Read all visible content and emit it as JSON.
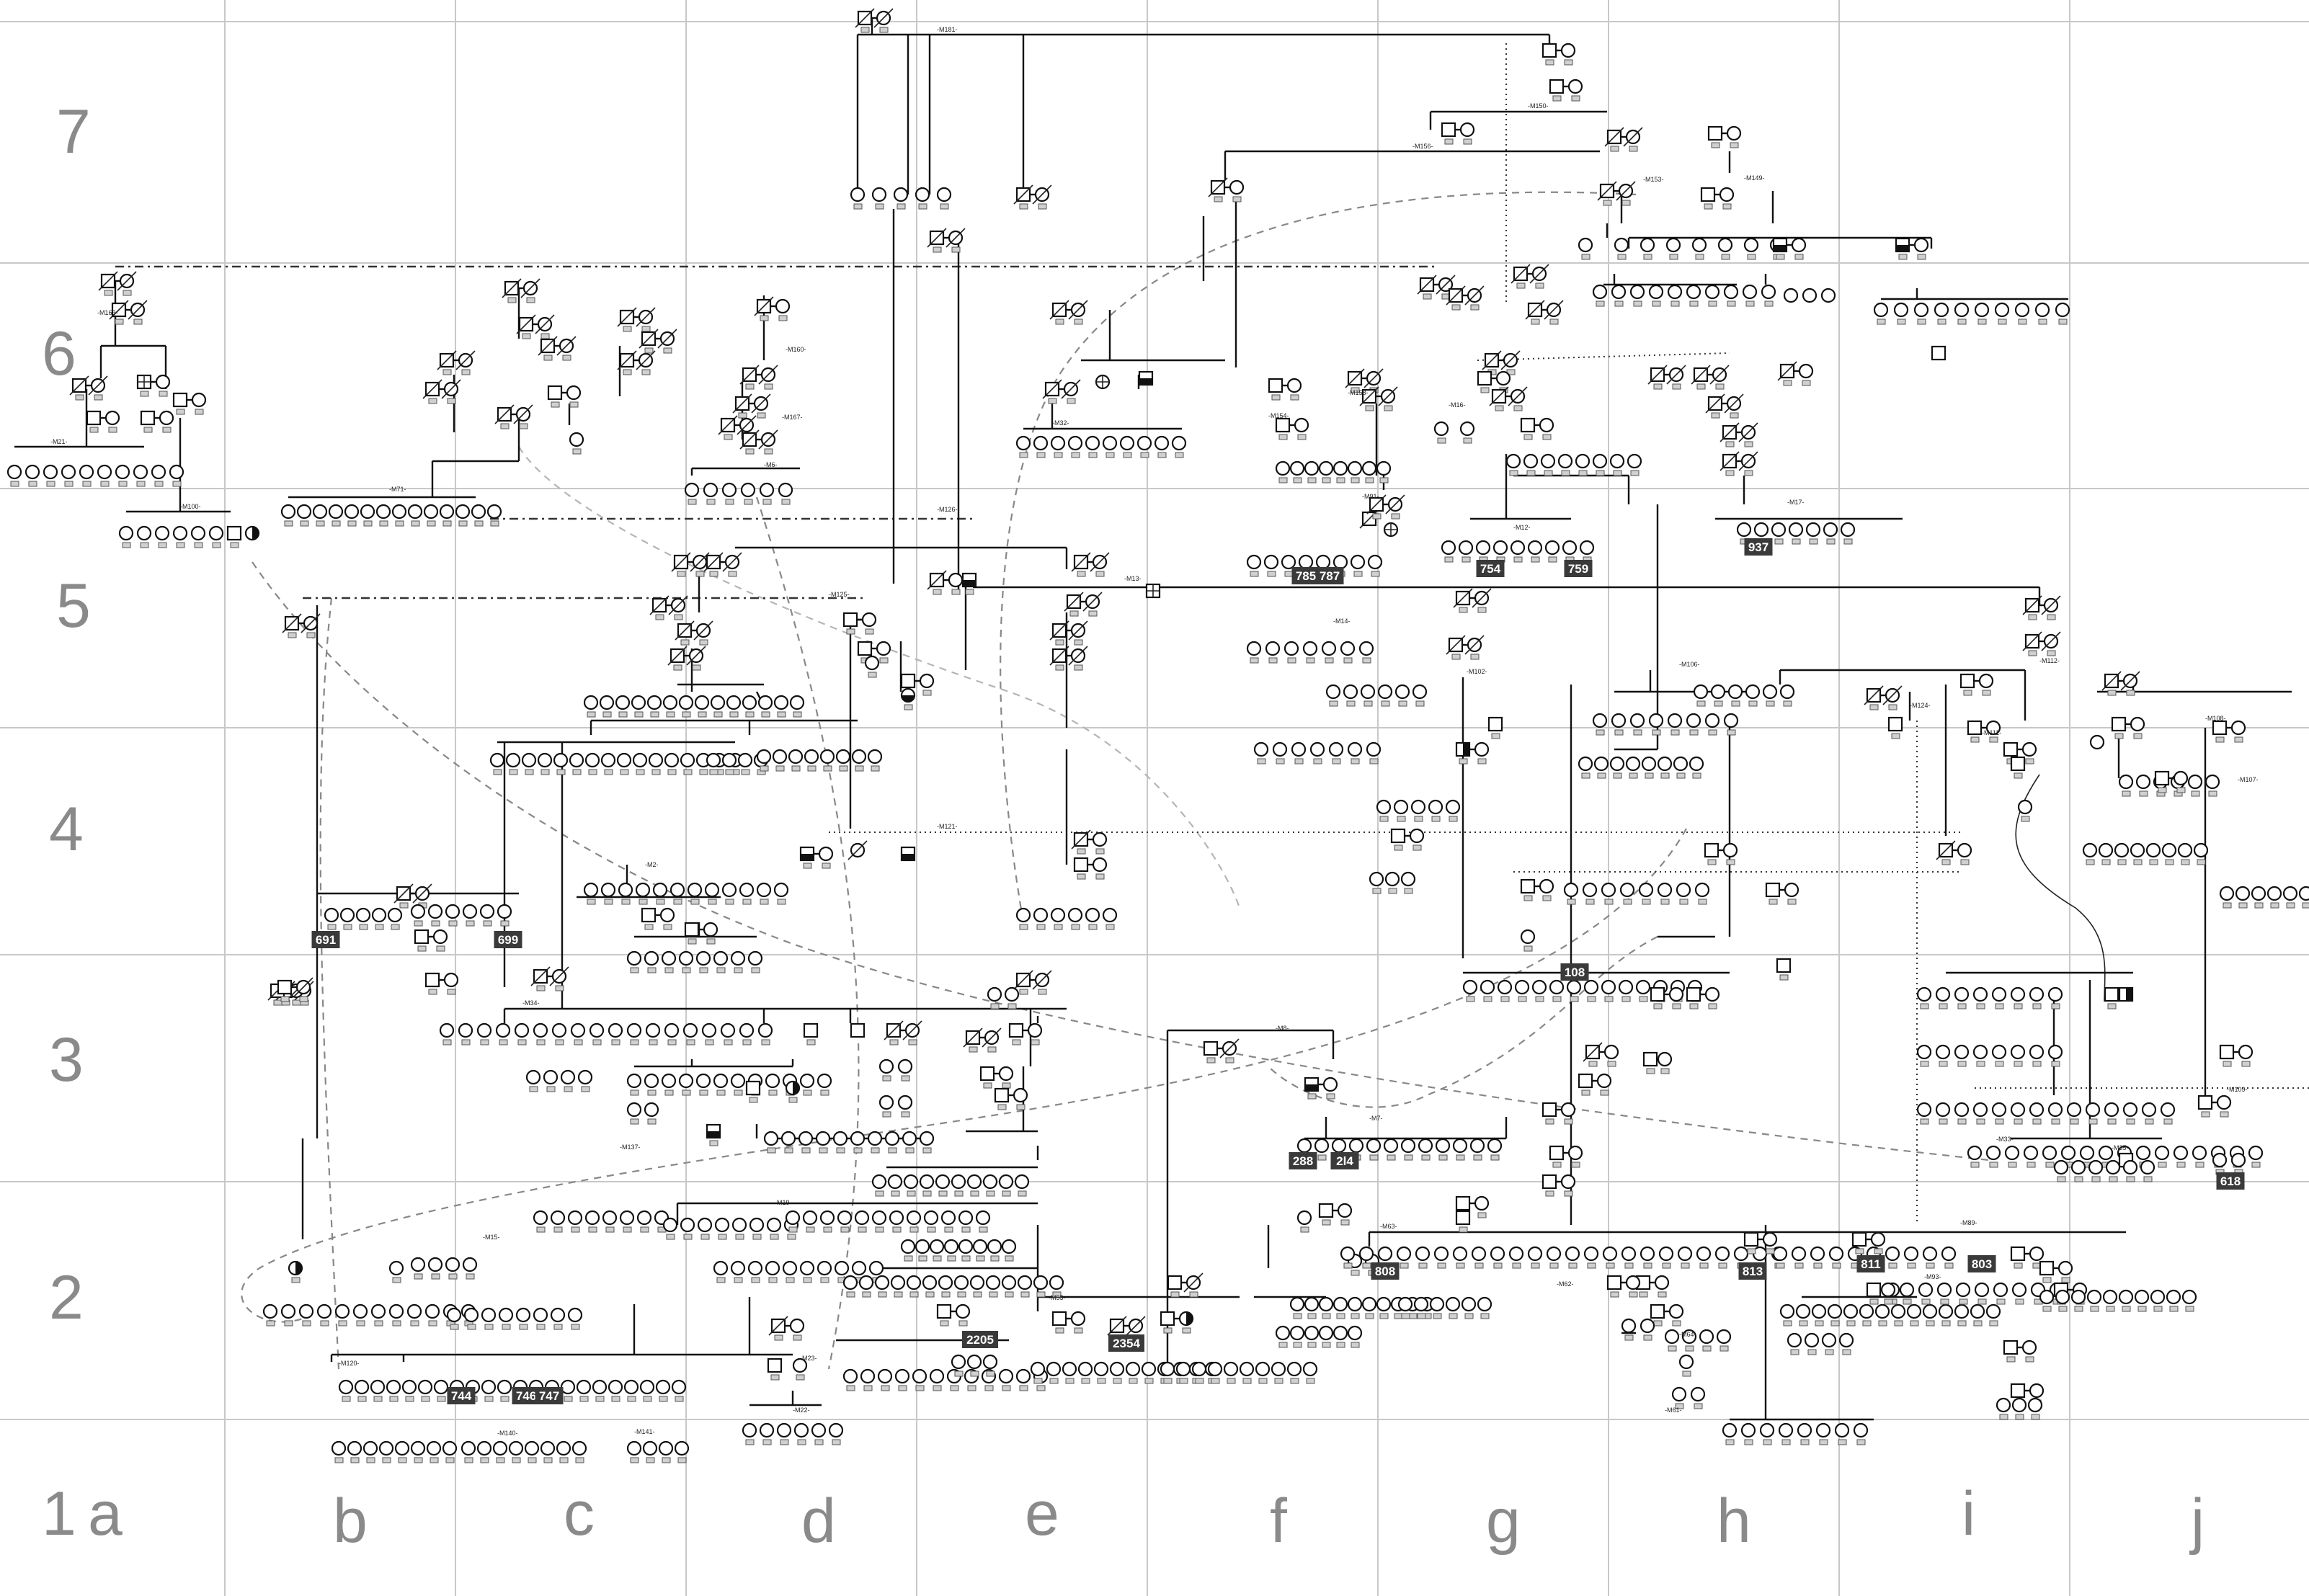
{
  "row_labels": [
    "7",
    "6",
    "5",
    "4",
    "3",
    "2",
    "1"
  ],
  "column_labels": [
    "a",
    "b",
    "c",
    "d",
    "e",
    "f",
    "g",
    "h",
    "i",
    "j"
  ],
  "sample_ids": [
    "691",
    "699",
    "744",
    "746",
    "747",
    "2205",
    "2354",
    "785",
    "787",
    "754",
    "759",
    "937",
    "108",
    "288",
    "2l4",
    "808",
    "813",
    "811",
    "803",
    "618"
  ],
  "family_labels": [
    "-M181-",
    "-M150-",
    "-M156-",
    "-M153-",
    "-M149-",
    "-M163-",
    "-M21-",
    "-M100-",
    "-M71-",
    "-M160-",
    "-M167-",
    "-M6-",
    "-M32-",
    "-M154-",
    "-M158-",
    "-M16-",
    "-M91-",
    "-M17-",
    "-M12-",
    "-M126-",
    "-M125-",
    "-M13-",
    "-M14-",
    "-M102-",
    "-M106-",
    "-M112-",
    "-M111-",
    "-M124-",
    "-M121-",
    "-M2-",
    "-M34-",
    "-M137-",
    "-M15-",
    "-M19-",
    "-M55-",
    "-M7-",
    "-M8-",
    "-M23-",
    "-M22-",
    "-M61-",
    "-M62-",
    "-M63-",
    "-M64-",
    "-M89-",
    "-M93-",
    "-M35-",
    "-M33-",
    "-M120-",
    "-M140-",
    "-M141-",
    "-M107-",
    "-M108-",
    "-M109-"
  ]
}
